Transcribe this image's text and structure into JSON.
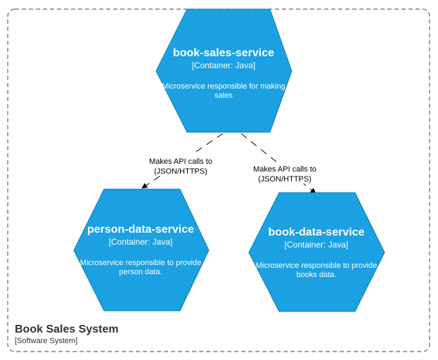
{
  "colors": {
    "container_fill": "#1BA1E2",
    "container_stroke": "#0E7DAD",
    "boundary_stroke": "#666666",
    "edge": "#000000",
    "text_on_container": "#FFFFFF"
  },
  "boundary": {
    "title": "Book Sales System",
    "type": "[Software System]"
  },
  "nodes": {
    "book_sales": {
      "title": "book-sales-service",
      "tech": "[Container: Java]",
      "desc_line1": "Microservice responsible for making",
      "desc_line2": "sales"
    },
    "person_data": {
      "title": "person-data-service",
      "tech": "[Container: Java]",
      "desc_line1": "Microservice responsible to provide",
      "desc_line2": "person data."
    },
    "book_data": {
      "title": "book-data-service",
      "tech": "[Container: Java]",
      "desc_line1": "Microservice responsible to provide",
      "desc_line2": "books data."
    }
  },
  "edges": {
    "to_person": {
      "line1": "Makes API calls to",
      "line2": "(JSON/HTTPS)"
    },
    "to_book": {
      "line1": "Makes API calls to",
      "line2": "(JSON/HTTPS)"
    }
  }
}
